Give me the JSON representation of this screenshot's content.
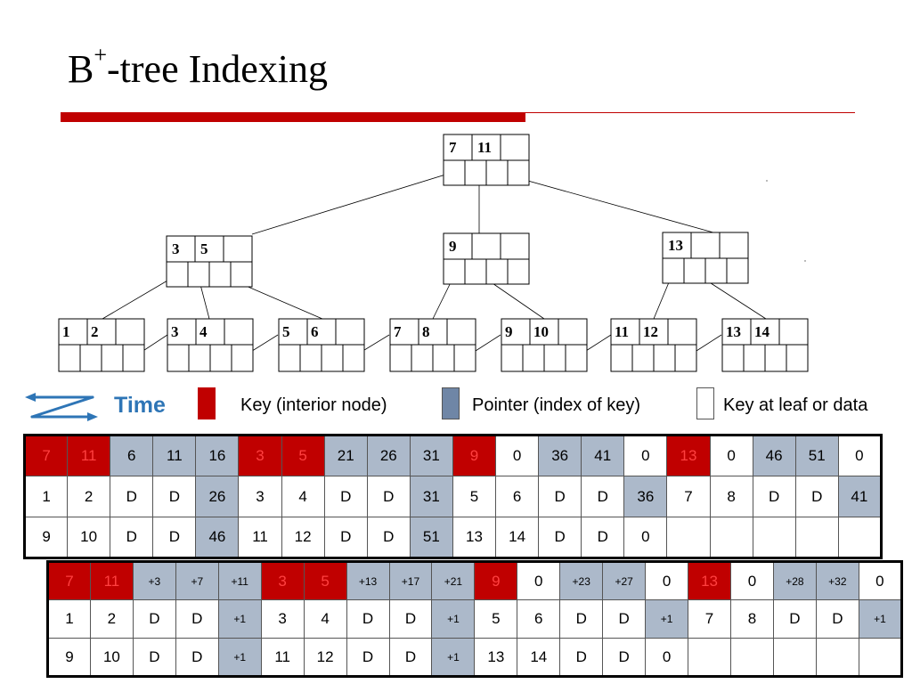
{
  "slide": {
    "title_main": "B",
    "title_sup": "+",
    "title_rest": "-tree Indexing"
  },
  "tree": {
    "root": [
      "7",
      "11",
      ""
    ],
    "level1": [
      [
        "3",
        "5",
        ""
      ],
      [
        "9",
        "",
        ""
      ],
      [
        "13",
        "",
        ""
      ]
    ],
    "leaves": [
      [
        "1",
        "2",
        ""
      ],
      [
        "3",
        "4",
        ""
      ],
      [
        "5",
        "6",
        ""
      ],
      [
        "7",
        "8",
        ""
      ],
      [
        "9",
        "10",
        ""
      ],
      [
        "11",
        "12",
        ""
      ],
      [
        "13",
        "14",
        ""
      ]
    ]
  },
  "legend": {
    "time_label": "Time",
    "key_interior": "Key (interior node)",
    "pointer": "Pointer (index of key)",
    "leaf": "Key at leaf  or data"
  },
  "colors": {
    "key": "#c00000",
    "pointer": "#acb9ca",
    "accent": "#c00000",
    "time": "#2e75b6"
  },
  "table_absolute": {
    "rows": [
      [
        {
          "v": "7",
          "t": "key"
        },
        {
          "v": "11",
          "t": "key"
        },
        {
          "v": "6",
          "t": "ptr"
        },
        {
          "v": "11",
          "t": "ptr"
        },
        {
          "v": "16",
          "t": "ptr"
        },
        {
          "v": "3",
          "t": "key"
        },
        {
          "v": "5",
          "t": "key"
        },
        {
          "v": "21",
          "t": "ptr"
        },
        {
          "v": "26",
          "t": "ptr"
        },
        {
          "v": "31",
          "t": "ptr"
        },
        {
          "v": "9",
          "t": "key"
        },
        {
          "v": "0",
          "t": "leaf"
        },
        {
          "v": "36",
          "t": "ptr"
        },
        {
          "v": "41",
          "t": "ptr"
        },
        {
          "v": "0",
          "t": "leaf"
        },
        {
          "v": "13",
          "t": "key"
        },
        {
          "v": "0",
          "t": "leaf"
        },
        {
          "v": "46",
          "t": "ptr"
        },
        {
          "v": "51",
          "t": "ptr"
        },
        {
          "v": "0",
          "t": "leaf"
        }
      ],
      [
        {
          "v": "1",
          "t": "leaf"
        },
        {
          "v": "2",
          "t": "leaf"
        },
        {
          "v": "D",
          "t": "leaf"
        },
        {
          "v": "D",
          "t": "leaf"
        },
        {
          "v": "26",
          "t": "ptr"
        },
        {
          "v": "3",
          "t": "leaf"
        },
        {
          "v": "4",
          "t": "leaf"
        },
        {
          "v": "D",
          "t": "leaf"
        },
        {
          "v": "D",
          "t": "leaf"
        },
        {
          "v": "31",
          "t": "ptr"
        },
        {
          "v": "5",
          "t": "leaf"
        },
        {
          "v": "6",
          "t": "leaf"
        },
        {
          "v": "D",
          "t": "leaf"
        },
        {
          "v": "D",
          "t": "leaf"
        },
        {
          "v": "36",
          "t": "ptr"
        },
        {
          "v": "7",
          "t": "leaf"
        },
        {
          "v": "8",
          "t": "leaf"
        },
        {
          "v": "D",
          "t": "leaf"
        },
        {
          "v": "D",
          "t": "leaf"
        },
        {
          "v": "41",
          "t": "ptr"
        }
      ],
      [
        {
          "v": "9",
          "t": "leaf"
        },
        {
          "v": "10",
          "t": "leaf"
        },
        {
          "v": "D",
          "t": "leaf"
        },
        {
          "v": "D",
          "t": "leaf"
        },
        {
          "v": "46",
          "t": "ptr"
        },
        {
          "v": "11",
          "t": "leaf"
        },
        {
          "v": "12",
          "t": "leaf"
        },
        {
          "v": "D",
          "t": "leaf"
        },
        {
          "v": "D",
          "t": "leaf"
        },
        {
          "v": "51",
          "t": "ptr"
        },
        {
          "v": "13",
          "t": "leaf"
        },
        {
          "v": "14",
          "t": "leaf"
        },
        {
          "v": "D",
          "t": "leaf"
        },
        {
          "v": "D",
          "t": "leaf"
        },
        {
          "v": "0",
          "t": "leaf"
        },
        {
          "v": "",
          "t": "leaf"
        },
        {
          "v": "",
          "t": "leaf"
        },
        {
          "v": "",
          "t": "leaf"
        },
        {
          "v": "",
          "t": "leaf"
        },
        {
          "v": "",
          "t": "leaf"
        }
      ]
    ]
  },
  "table_relative": {
    "rows": [
      [
        {
          "v": "7",
          "t": "key"
        },
        {
          "v": "11",
          "t": "key"
        },
        {
          "v": "+3",
          "t": "ptr"
        },
        {
          "v": "+7",
          "t": "ptr"
        },
        {
          "v": "+11",
          "t": "ptr"
        },
        {
          "v": "3",
          "t": "key"
        },
        {
          "v": "5",
          "t": "key"
        },
        {
          "v": "+13",
          "t": "ptr"
        },
        {
          "v": "+17",
          "t": "ptr"
        },
        {
          "v": "+21",
          "t": "ptr"
        },
        {
          "v": "9",
          "t": "key"
        },
        {
          "v": "0",
          "t": "leaf"
        },
        {
          "v": "+23",
          "t": "ptr"
        },
        {
          "v": "+27",
          "t": "ptr"
        },
        {
          "v": "0",
          "t": "leaf"
        },
        {
          "v": "13",
          "t": "key"
        },
        {
          "v": "0",
          "t": "leaf"
        },
        {
          "v": "+28",
          "t": "ptr"
        },
        {
          "v": "+32",
          "t": "ptr"
        },
        {
          "v": "0",
          "t": "leaf"
        }
      ],
      [
        {
          "v": "1",
          "t": "leaf"
        },
        {
          "v": "2",
          "t": "leaf"
        },
        {
          "v": "D",
          "t": "leaf"
        },
        {
          "v": "D",
          "t": "leaf"
        },
        {
          "v": "+1",
          "t": "ptr"
        },
        {
          "v": "3",
          "t": "leaf"
        },
        {
          "v": "4",
          "t": "leaf"
        },
        {
          "v": "D",
          "t": "leaf"
        },
        {
          "v": "D",
          "t": "leaf"
        },
        {
          "v": "+1",
          "t": "ptr"
        },
        {
          "v": "5",
          "t": "leaf"
        },
        {
          "v": "6",
          "t": "leaf"
        },
        {
          "v": "D",
          "t": "leaf"
        },
        {
          "v": "D",
          "t": "leaf"
        },
        {
          "v": "+1",
          "t": "ptr"
        },
        {
          "v": "7",
          "t": "leaf"
        },
        {
          "v": "8",
          "t": "leaf"
        },
        {
          "v": "D",
          "t": "leaf"
        },
        {
          "v": "D",
          "t": "leaf"
        },
        {
          "v": "+1",
          "t": "ptr"
        }
      ],
      [
        {
          "v": "9",
          "t": "leaf"
        },
        {
          "v": "10",
          "t": "leaf"
        },
        {
          "v": "D",
          "t": "leaf"
        },
        {
          "v": "D",
          "t": "leaf"
        },
        {
          "v": "+1",
          "t": "ptr"
        },
        {
          "v": "11",
          "t": "leaf"
        },
        {
          "v": "12",
          "t": "leaf"
        },
        {
          "v": "D",
          "t": "leaf"
        },
        {
          "v": "D",
          "t": "leaf"
        },
        {
          "v": "+1",
          "t": "ptr"
        },
        {
          "v": "13",
          "t": "leaf"
        },
        {
          "v": "14",
          "t": "leaf"
        },
        {
          "v": "D",
          "t": "leaf"
        },
        {
          "v": "D",
          "t": "leaf"
        },
        {
          "v": "0",
          "t": "leaf"
        },
        {
          "v": "",
          "t": "leaf"
        },
        {
          "v": "",
          "t": "leaf"
        },
        {
          "v": "",
          "t": "leaf"
        },
        {
          "v": "",
          "t": "leaf"
        },
        {
          "v": "",
          "t": "leaf"
        }
      ]
    ]
  }
}
